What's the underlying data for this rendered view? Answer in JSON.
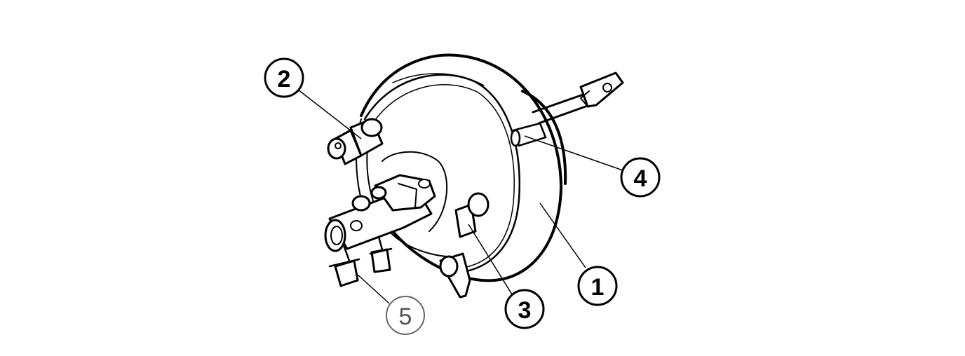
{
  "callouts": [
    {
      "id": "1",
      "label": "1"
    },
    {
      "id": "2",
      "label": "2"
    },
    {
      "id": "3",
      "label": "3"
    },
    {
      "id": "4",
      "label": "4"
    },
    {
      "id": "5",
      "label": "5"
    }
  ],
  "colors": {
    "line": "#000000",
    "background": "#ffffff",
    "callout_5": "#555555"
  }
}
